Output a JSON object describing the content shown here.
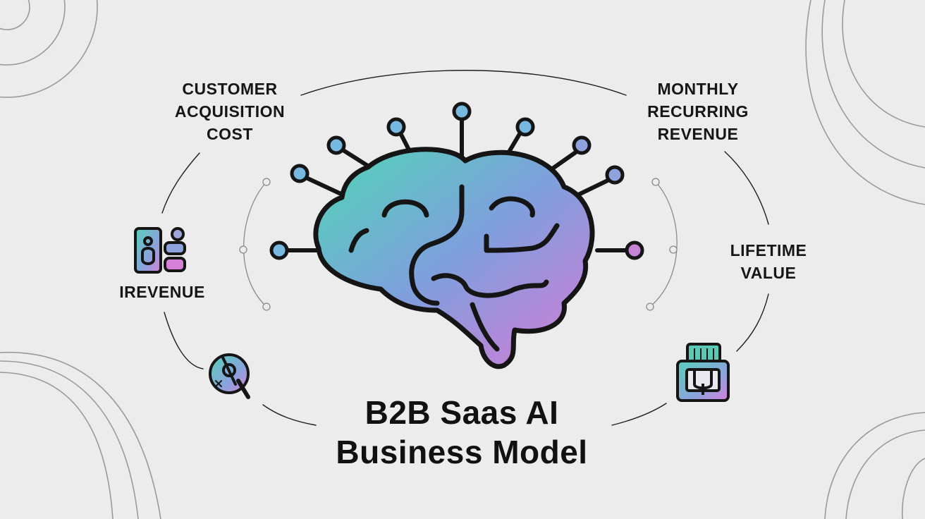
{
  "diagram": {
    "title_lines": [
      "B2B Saas AI",
      "Business Model"
    ],
    "nodes": {
      "customer_acquisition_cost": [
        "CUSTOMER",
        "ACQUISITION",
        "COST"
      ],
      "monthly_recurring_revenue": [
        "MONTHLY",
        "RECURRING",
        "REVENUE"
      ],
      "lifetime_value": [
        "LIFETIME",
        "VALUE"
      ],
      "revenue": [
        "IREVENUE"
      ]
    },
    "icons": {
      "revenue": "revenue-app-icon",
      "search": "magnifier-icon",
      "ltv": "lock-device-icon",
      "center": "brain-network-icon"
    },
    "colors": {
      "background": "#ececec",
      "ink": "#161616",
      "gradient_teal": "#4fd6b6",
      "gradient_blue": "#7f9fdd",
      "gradient_pink": "#d77ad6",
      "node_fill": "#78b9e1"
    }
  }
}
